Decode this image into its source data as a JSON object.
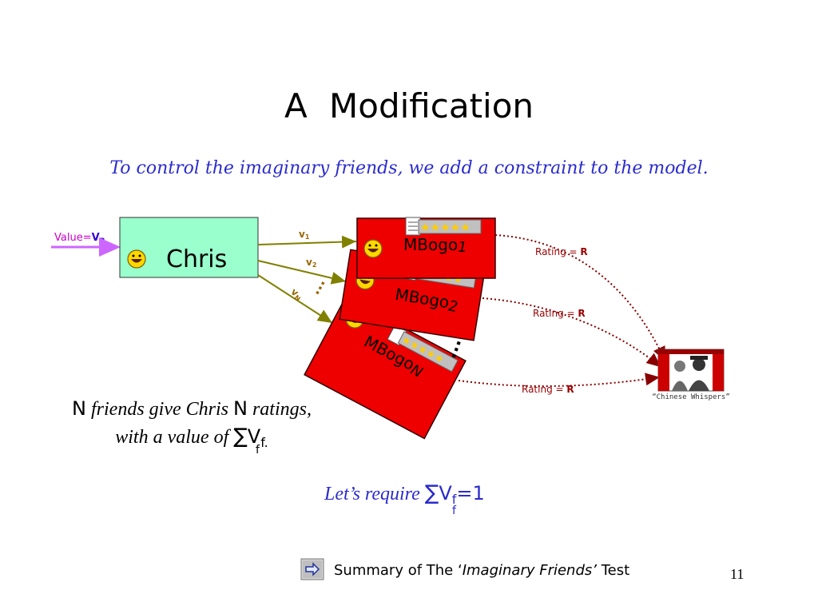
{
  "slide": {
    "title": "A  Modification",
    "subtitle": "To control the imaginary friends, we add a constraint to the model.",
    "page_number": "11"
  },
  "diagram": {
    "input_label": "Value=",
    "input_var": "V",
    "input_sub": "B",
    "source_node": "Chris",
    "edge_labels": [
      {
        "var": "v",
        "sub": "1"
      },
      {
        "var": "v",
        "sub": "2"
      },
      {
        "var": "v",
        "sub": "N"
      }
    ],
    "ellipsis": "...",
    "nodes": [
      {
        "name": "MBogo",
        "sub": "1"
      },
      {
        "name": "MBogo",
        "sub": "2"
      },
      {
        "name": "MBogo",
        "sub": "N"
      }
    ],
    "rating_label": "Rating = ",
    "rating_var": "R",
    "sink_label": "“Chinese Whispers”"
  },
  "text_block": {
    "n1": "N",
    "part1": " friends give Chris ",
    "n2": "N",
    "part2": " ratings,",
    "line2": "with a value of ",
    "sum": "∑",
    "sum_var": "V",
    "sum_sub": "f.",
    "sum_index": "f"
  },
  "constraint": {
    "lead": "Let’s require ",
    "sum": "∑",
    "var": "V",
    "sub": "f",
    "rhs": "=1",
    "sum_index": "f"
  },
  "footer": {
    "prefix": "Summary of  The ‘",
    "italic": "Imaginary Friends’",
    "suffix": " Test"
  },
  "colors": {
    "card_red": "#ee0000",
    "chris_box": "#99ffcc",
    "edge_olive": "#808000",
    "dotted_brown": "#880000",
    "accent_purple": "#cc00cc",
    "text_blue": "#2b2bcc"
  }
}
